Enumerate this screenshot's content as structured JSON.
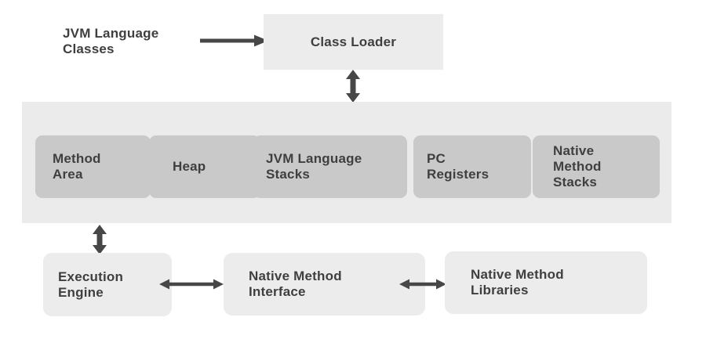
{
  "diagram": {
    "source_label": {
      "lines": [
        "JVM Language",
        "Classes"
      ]
    },
    "class_loader": {
      "label": "Class Loader"
    },
    "runtime_areas": [
      {
        "lines": [
          "Method",
          "Area"
        ]
      },
      {
        "lines": [
          "Heap"
        ]
      },
      {
        "lines": [
          "JVM Language",
          "Stacks"
        ]
      },
      {
        "lines": [
          "PC",
          "Registers"
        ]
      },
      {
        "lines": [
          "Native",
          "Method",
          "Stacks"
        ]
      }
    ],
    "execution_engine": {
      "lines": [
        "Execution",
        "Engine"
      ]
    },
    "native_method_interface": {
      "lines": [
        "Native Method",
        "Interface"
      ]
    },
    "native_method_libraries": {
      "lines": [
        "Native Method",
        "Libraries"
      ]
    }
  },
  "colors": {
    "background": "#ffffff",
    "band": "#ebebeb",
    "outer_box": "#ececec",
    "inner_box": "#c9c9c9",
    "text": "#3f3f3f",
    "arrow": "#474747"
  }
}
